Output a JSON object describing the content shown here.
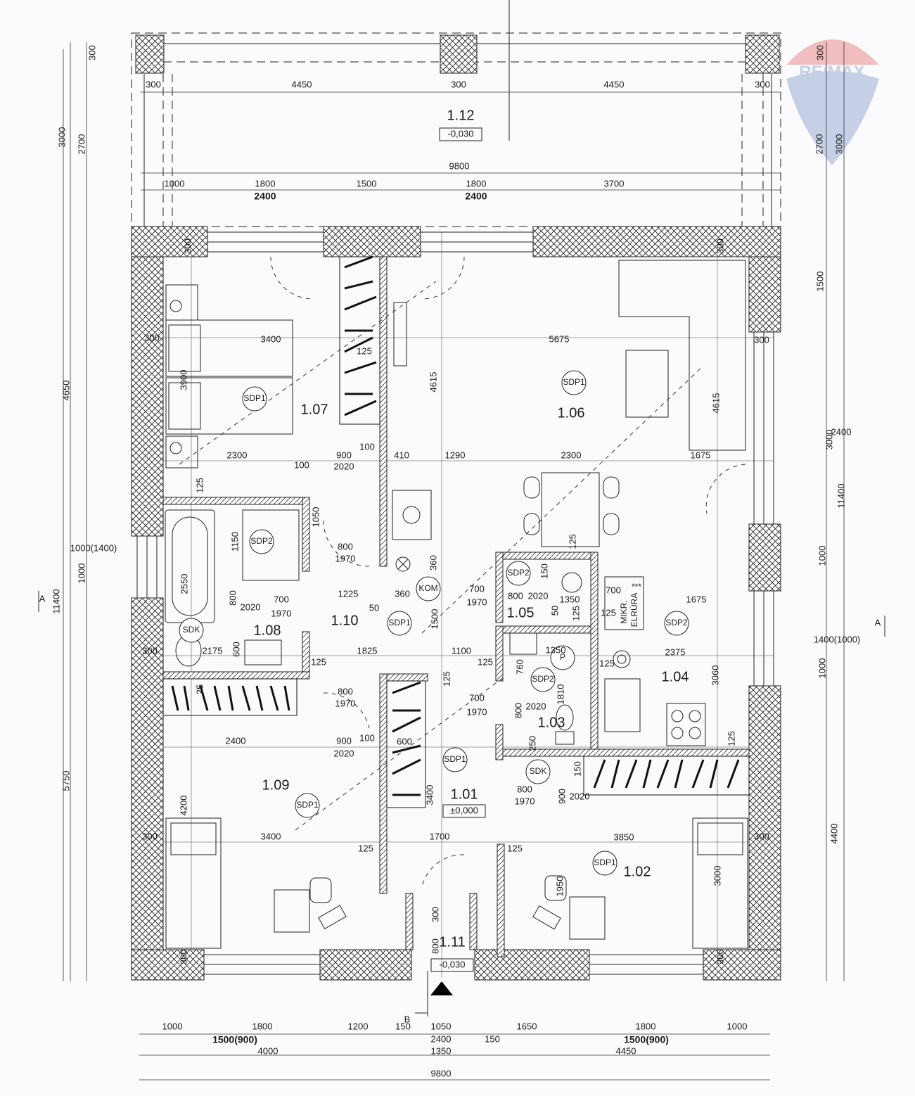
{
  "rooms": [
    {
      "number": "1.12",
      "elevation": "-0,030"
    },
    {
      "number": "1.07"
    },
    {
      "number": "1.06"
    },
    {
      "number": "1.10"
    },
    {
      "number": "1.08"
    },
    {
      "number": "1.05"
    },
    {
      "number": "1.04"
    },
    {
      "number": "1.03"
    },
    {
      "number": "1.09"
    },
    {
      "number": "1.01",
      "elevation": "±0,000"
    },
    {
      "number": "1.02"
    },
    {
      "number": "1.11",
      "elevation": "-0,030"
    }
  ],
  "room_tags": [
    "SDP1",
    "SDP1",
    "SDP1",
    "SDP1",
    "SDP1",
    "SDP1",
    "SDP2",
    "SDP2",
    "SDP2",
    "SDP2",
    "SDK",
    "SDK",
    "KOM",
    "P"
  ],
  "dimensions": {
    "top": [
      "300",
      "300",
      "4450",
      "300",
      "4450",
      "300",
      "9800",
      "1000",
      "1800",
      "2400",
      "1500",
      "1800",
      "2400",
      "3700"
    ],
    "left": [
      "3000",
      "2700",
      "4650",
      "11400",
      "1000(1400)",
      "1000",
      "5750"
    ],
    "right": [
      "300",
      "2700",
      "3000",
      "1500",
      "3000",
      "2400",
      "11400",
      "1000",
      "1400(1000)",
      "1000",
      "4400"
    ],
    "interior": [
      "300",
      "300",
      "3400",
      "3900",
      "125",
      "4615",
      "5675",
      "300",
      "4615",
      "300",
      "2300",
      "900",
      "2020",
      "100",
      "100",
      "410",
      "1290",
      "2300",
      "1675",
      "125",
      "1050",
      "1150",
      "800",
      "1970",
      "2550",
      "800",
      "2020",
      "700",
      "1970",
      "1225",
      "50",
      "360",
      "360",
      "1500",
      "300",
      "2175",
      "600",
      "1825",
      "1100",
      "125",
      "125",
      "25",
      "125",
      "700",
      "1970",
      "800",
      "2020",
      "150",
      "1350",
      "125",
      "50",
      "125",
      "700",
      "125",
      "1675",
      "1350",
      "760",
      "125",
      "2375",
      "3060",
      "1810",
      "700",
      "1970",
      "800",
      "2020",
      "250",
      "125",
      "150",
      "800",
      "1970",
      "800",
      "1970",
      "900",
      "2020",
      "2400",
      "900",
      "2020",
      "100",
      "600",
      "3400",
      "4200",
      "300",
      "3400",
      "125",
      "1700",
      "125",
      "3850",
      "300",
      "3000",
      "1950",
      "300",
      "300",
      "800",
      "300"
    ],
    "bottom": [
      "1000",
      "1800",
      "1200",
      "150",
      "1050",
      "1650",
      "1800",
      "1000",
      "1500(900)",
      "2400",
      "150",
      "1500(900)",
      "4000",
      "1350",
      "4450",
      "9800"
    ]
  },
  "section_marks": [
    "A",
    "A",
    "B"
  ],
  "kitchen_labels": [
    "***",
    "ELRÚRA",
    "MIKR."
  ],
  "logo_text": "RE/MAX"
}
